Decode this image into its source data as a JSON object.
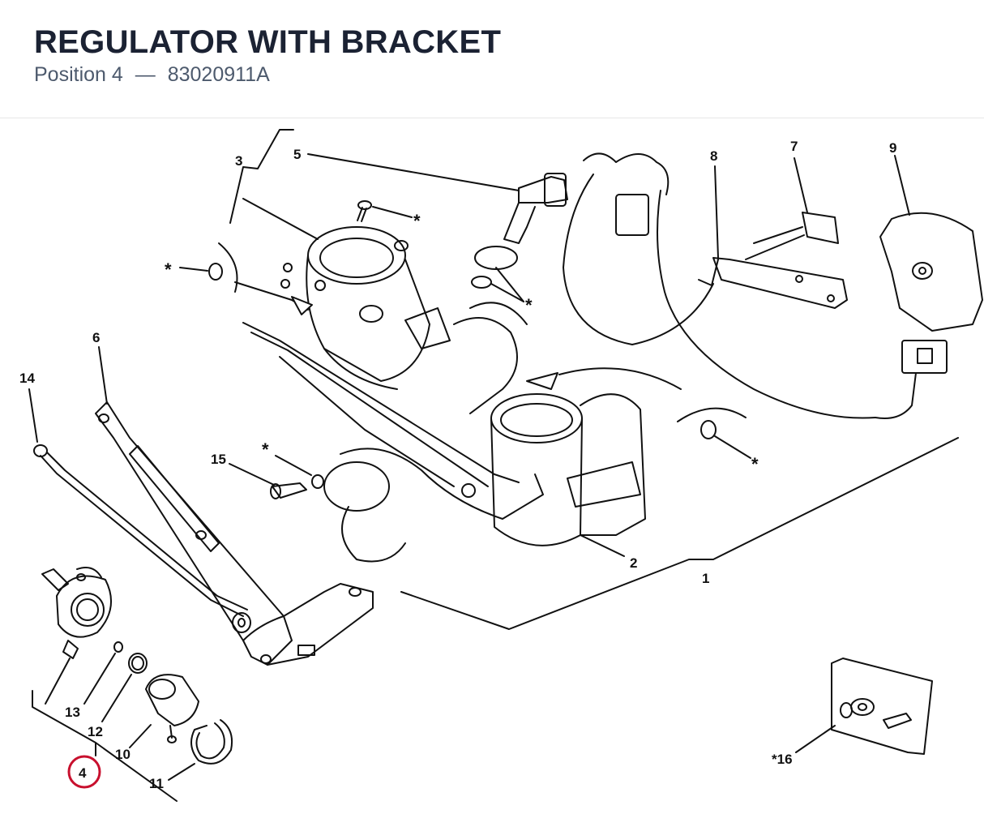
{
  "header": {
    "title": "REGULATOR WITH BRACKET",
    "position_label": "Position 4",
    "separator": "—",
    "part_number": "83020911A"
  },
  "callouts": {
    "c1": "1",
    "c2": "2",
    "c3": "3",
    "c4": "4",
    "c5": "5",
    "c6": "6",
    "c7": "7",
    "c8": "8",
    "c9": "9",
    "c10": "10",
    "c11": "11",
    "c12": "12",
    "c13": "13",
    "c14": "14",
    "c15": "15",
    "c16": "*16",
    "star": "*"
  },
  "colors": {
    "highlight_circle": "#c8102e",
    "line": "#111111"
  },
  "icons": {
    "highlight": "circle-highlight-icon"
  }
}
